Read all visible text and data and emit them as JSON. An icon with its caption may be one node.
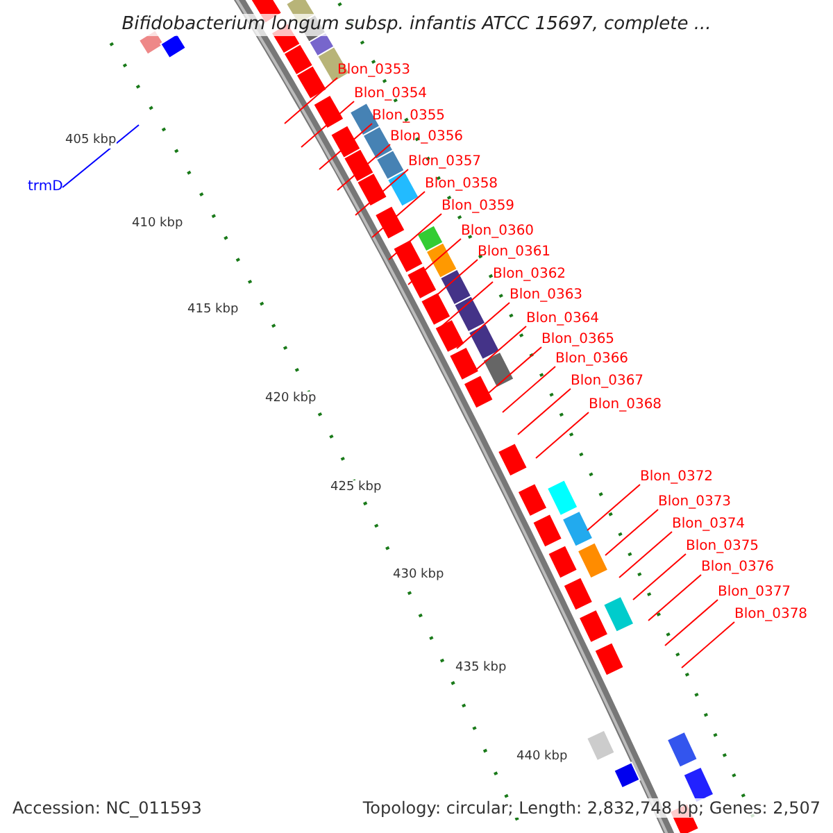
{
  "diagram": {
    "title": "Bifidobacterium longum subsp. infantis ATCC 15697, complete ...",
    "nodes": [
      {
        "text": [
          "trmD"
        ]
      },
      {
        "text": [
          "Blon_0353"
        ]
      },
      {
        "text": [
          "Blon_0354"
        ]
      },
      {
        "text": [
          "Blon_0355"
        ]
      },
      {
        "text": [
          "Blon_0356"
        ]
      },
      {
        "text": [
          "Blon_0357"
        ]
      },
      {
        "text": [
          "Blon_0358"
        ]
      },
      {
        "text": [
          "Blon_0359"
        ]
      },
      {
        "text": [
          "Blon_0360"
        ]
      },
      {
        "text": [
          "Blon_0361"
        ]
      },
      {
        "text": [
          "Blon_0362"
        ]
      },
      {
        "text": [
          "Blon_0363"
        ]
      },
      {
        "text": [
          "Blon_0364"
        ]
      },
      {
        "text": [
          "Blon_0365"
        ]
      },
      {
        "text": [
          "Blon_0366"
        ]
      },
      {
        "text": [
          "Blon_0367"
        ]
      },
      {
        "text": [
          "Blon_0368"
        ]
      },
      {
        "text": [
          "Blon_0372"
        ]
      },
      {
        "text": [
          "Blon_0373"
        ]
      },
      {
        "text": [
          "Blon_0374"
        ]
      },
      {
        "text": [
          "Blon_0375"
        ]
      },
      {
        "text": [
          "Blon_0376"
        ]
      },
      {
        "text": [
          "Blon_0377"
        ]
      },
      {
        "text": [
          "Blon_0378"
        ]
      }
    ],
    "edges": [
      {
        "from": 0,
        "to": null,
        "arrow": "none",
        "color": "#0000ff"
      },
      {
        "from": 1,
        "to": null,
        "arrow": "none"
      },
      {
        "from": 2,
        "to": null,
        "arrow": "none"
      },
      {
        "from": 3,
        "to": null,
        "arrow": "none"
      },
      {
        "from": 4,
        "to": null,
        "arrow": "none"
      },
      {
        "from": 5,
        "to": null,
        "arrow": "none"
      },
      {
        "from": 6,
        "to": null,
        "arrow": "none"
      },
      {
        "from": 7,
        "to": null,
        "arrow": "none"
      },
      {
        "from": 8,
        "to": null,
        "arrow": "none"
      },
      {
        "from": 9,
        "to": null,
        "arrow": "none"
      },
      {
        "from": 10,
        "to": null,
        "arrow": "none"
      },
      {
        "from": 11,
        "to": null,
        "arrow": "none"
      },
      {
        "from": 12,
        "to": null,
        "arrow": "none"
      },
      {
        "from": 13,
        "to": null,
        "arrow": "none"
      },
      {
        "from": 14,
        "to": null,
        "arrow": "none"
      },
      {
        "from": 15,
        "to": null,
        "arrow": "none"
      },
      {
        "from": 16,
        "to": null,
        "arrow": "none"
      },
      {
        "from": 17,
        "to": null,
        "arrow": "none"
      },
      {
        "from": 18,
        "to": null,
        "arrow": "none"
      },
      {
        "from": 19,
        "to": null,
        "arrow": "none"
      },
      {
        "from": 20,
        "to": null,
        "arrow": "none"
      },
      {
        "from": 21,
        "to": null,
        "arrow": "none"
      },
      {
        "from": 22,
        "to": null,
        "arrow": "none"
      },
      {
        "from": 23,
        "to": null,
        "arrow": "none"
      }
    ],
    "labels": [
      "405 kbp",
      "410 kbp",
      "415 kbp",
      "420 kbp",
      "425 kbp",
      "430 kbp",
      "435 kbp",
      "440 kbp",
      "Accession: NC_011593",
      "Topology: circular; Length: 2,832,748 bp; Genes: 2,507"
    ]
  }
}
